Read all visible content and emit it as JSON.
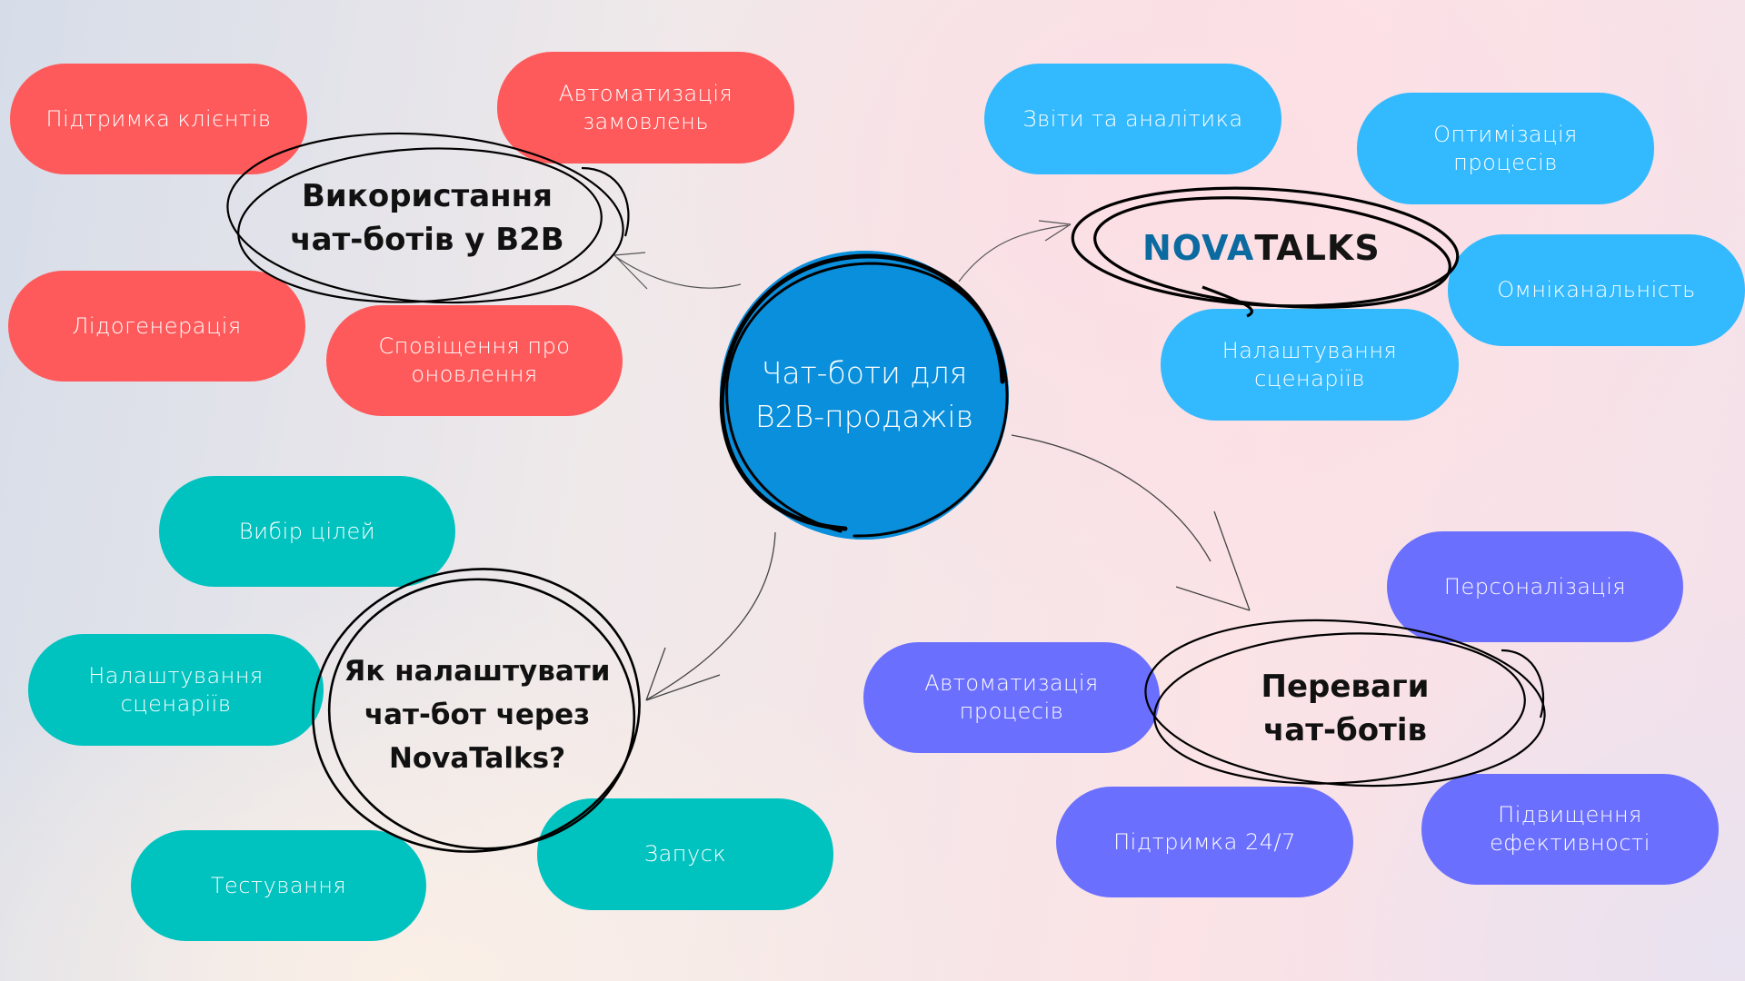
{
  "center": {
    "lines": [
      "Чат-боти для",
      "B2B-продажів"
    ],
    "color": "#0a8fdc"
  },
  "branches": {
    "usage": {
      "title_lines": [
        "Використання",
        "чат-ботів у B2B"
      ],
      "color": "#fe5a5b",
      "items": [
        {
          "lines": [
            "Підтримка клієнтів"
          ]
        },
        {
          "lines": [
            "Автоматизація",
            "замовлень"
          ]
        },
        {
          "lines": [
            "Лідогенерація"
          ]
        },
        {
          "lines": [
            "Сповіщення про",
            "оновлення"
          ]
        }
      ]
    },
    "novatalks": {
      "logo": {
        "part1": "NOVA",
        "part2": "TALKS"
      },
      "color": "#33b9fd",
      "items": [
        {
          "lines": [
            "Звіти та аналітика"
          ]
        },
        {
          "lines": [
            "Оптимізація",
            "процесів"
          ]
        },
        {
          "lines": [
            "Омніканальність"
          ]
        },
        {
          "lines": [
            "Налаштування",
            "сценаріїв"
          ]
        }
      ]
    },
    "setup": {
      "title_lines": [
        "Як налаштувати",
        "чат-бот через",
        "NovaTalks?"
      ],
      "color": "#00c2bf",
      "items": [
        {
          "lines": [
            "Вибір цілей"
          ]
        },
        {
          "lines": [
            "Налаштування",
            "сценаріїв"
          ]
        },
        {
          "lines": [
            "Тестування"
          ]
        },
        {
          "lines": [
            "Запуск"
          ]
        }
      ]
    },
    "benefits": {
      "title_lines": [
        "Переваги",
        "чат-ботів"
      ],
      "color": "#6b6ffe",
      "items": [
        {
          "lines": [
            "Персоналізація"
          ]
        },
        {
          "lines": [
            "Автоматизація",
            "процесів"
          ]
        },
        {
          "lines": [
            "Підтримка 24/7"
          ]
        },
        {
          "lines": [
            "Підвищення",
            "ефективності"
          ]
        }
      ]
    }
  }
}
